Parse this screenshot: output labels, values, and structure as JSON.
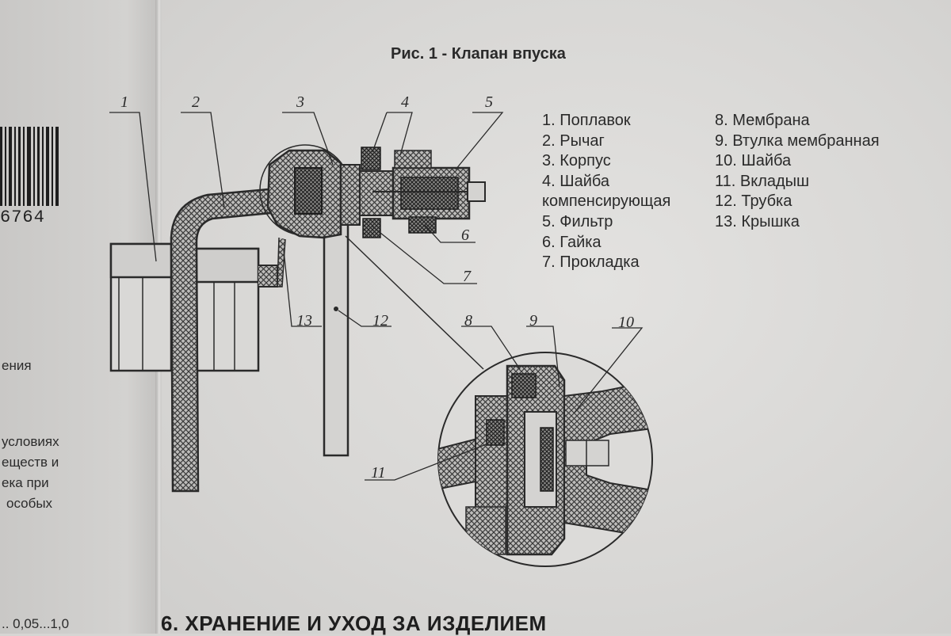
{
  "figure": {
    "title": "Рис. 1 - Клапан впуска",
    "legend_left": [
      "1. Поплавок",
      "2. Рычаг",
      "3. Корпус",
      "4. Шайба",
      "компенсирующая",
      "5. Фильтр",
      "6. Гайка",
      "7. Прокладка"
    ],
    "legend_right": [
      "8. Мембрана",
      "9. Втулка мембранная",
      "10. Шайба",
      "11. Вкладыш",
      "12. Трубка",
      "13. Крышка"
    ],
    "callouts": [
      "1",
      "2",
      "3",
      "4",
      "5",
      "6",
      "7",
      "8",
      "9",
      "10",
      "11",
      "12",
      "13"
    ]
  },
  "left_page": {
    "barcode_number": "6764",
    "fragments": [
      "ения",
      "условиях",
      "еществ и",
      "ека  при",
      "особых",
      "..  0,05...1,0"
    ]
  },
  "section": {
    "heading": "6. ХРАНЕНИЕ И УХОД ЗА ИЗДЕЛИЕМ"
  }
}
